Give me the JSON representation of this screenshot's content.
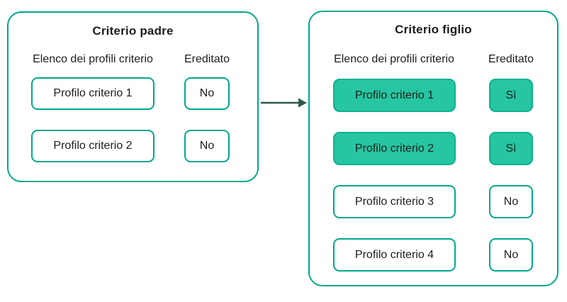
{
  "diagram": {
    "colors": {
      "accent_border": "#00a88e",
      "highlight_fill": "#26c6a2",
      "highlight_border": "#0fb091",
      "arrow": "#2e5a50",
      "text": "#1d1d1b"
    },
    "panels": [
      {
        "title": "Criterio padre",
        "col1_header": "Elenco dei profili criterio",
        "col2_header": "Ereditato",
        "rows": [
          {
            "profile": "Profilo criterio 1",
            "inherited": "No",
            "highlighted": false
          },
          {
            "profile": "Profilo criterio 2",
            "inherited": "No",
            "highlighted": false
          }
        ]
      },
      {
        "title": "Criterio figlio",
        "col1_header": "Elenco dei profili criterio",
        "col2_header": "Ereditato",
        "rows": [
          {
            "profile": "Profilo criterio 1",
            "inherited": "Sì",
            "highlighted": true
          },
          {
            "profile": "Profilo criterio 2",
            "inherited": "Sì",
            "highlighted": true
          },
          {
            "profile": "Profilo criterio 3",
            "inherited": "No",
            "highlighted": false
          },
          {
            "profile": "Profilo criterio 4",
            "inherited": "No",
            "highlighted": false
          }
        ]
      }
    ]
  }
}
